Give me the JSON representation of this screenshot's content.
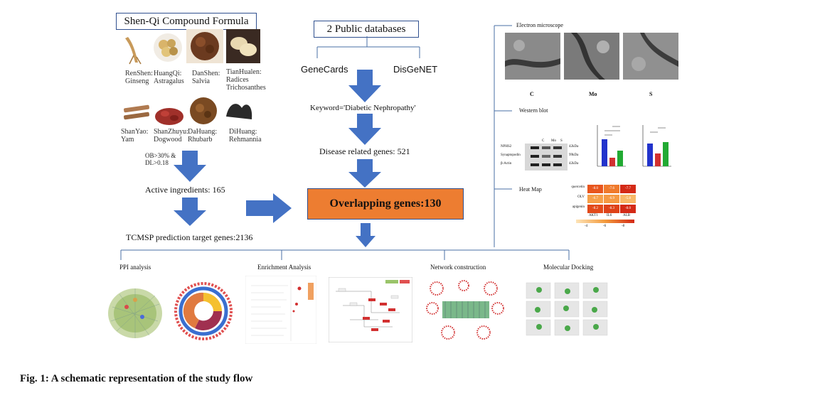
{
  "formula": {
    "title": "Shen-Qi Compound Formula",
    "herbs": [
      {
        "label": "RenShen:\nGinseng",
        "color": "#c89a5a"
      },
      {
        "label": "HuangQi:\nAstragalus",
        "color": "#d9b46a"
      },
      {
        "label": "DanShen:\nSalvia",
        "color": "#6b3a1f"
      },
      {
        "label": "TianHualen:\nRadices\nTrichosanthes",
        "color": "#e8d8b0"
      },
      {
        "label": "ShanYao:\nYam",
        "color": "#b07a50"
      },
      {
        "label": "ShanZhuyu:\nDogwood",
        "color": "#a0302a"
      },
      {
        "label": "DaHuang:\nRhubarb",
        "color": "#7a4a22"
      },
      {
        "label": "DiHuang:\nRehmannia",
        "color": "#2a2a2a"
      }
    ],
    "criteria": "OB>30% &\nDL>0.18",
    "active": "Active ingredients: 165",
    "tcmsp": "TCMSP prediction target genes:2136"
  },
  "databases": {
    "title": "2 Public databases",
    "left": "GeneCards",
    "right": "DisGeNET",
    "keyword": "Keyword='Diabetic Nephropathy'",
    "disease_genes": "Disease related genes: 521"
  },
  "overlap": {
    "label": "Overlapping genes:130",
    "fill": "#ed7d31"
  },
  "validation": {
    "em_title": "Electron microscope",
    "em_labels": [
      "C",
      "Mo",
      "S"
    ],
    "wb_title": "Western blot",
    "wb_cols": [
      "C",
      "Mo",
      "S"
    ],
    "wb_rows": [
      {
        "name": "NPHS2",
        "kda": "42kDa"
      },
      {
        "name": "Synaptopodin",
        "kda": "99kDa"
      },
      {
        "name": "β-Actin",
        "kda": "42kDa"
      }
    ],
    "hm_title": "Heat Map",
    "hm_rows": [
      "quercetin",
      "OLV",
      "apigenin"
    ],
    "hm_cols": [
      "AKT1",
      "IL6",
      "ALB"
    ],
    "hm_values": [
      [
        "-8.0",
        "-7.6",
        "-7.7"
      ],
      [
        "-6.7",
        "-6.9",
        "-5.8"
      ],
      [
        "-8.2",
        "-8.3",
        "-8.0"
      ]
    ],
    "hm_scale": [
      "-4",
      "-6",
      "-8"
    ]
  },
  "analyses": {
    "ppi": "PPI analysis",
    "enrich": "Enrichment Analysis",
    "network": "Network construction",
    "docking": "Molecular Docking"
  },
  "caption": "Fig. 1: A schematic representation of the study flow",
  "colors": {
    "arrow": "#4472c4",
    "line": "#4a6fa5",
    "red": "#d23030",
    "blue": "#2233cc",
    "green": "#22aa33"
  }
}
